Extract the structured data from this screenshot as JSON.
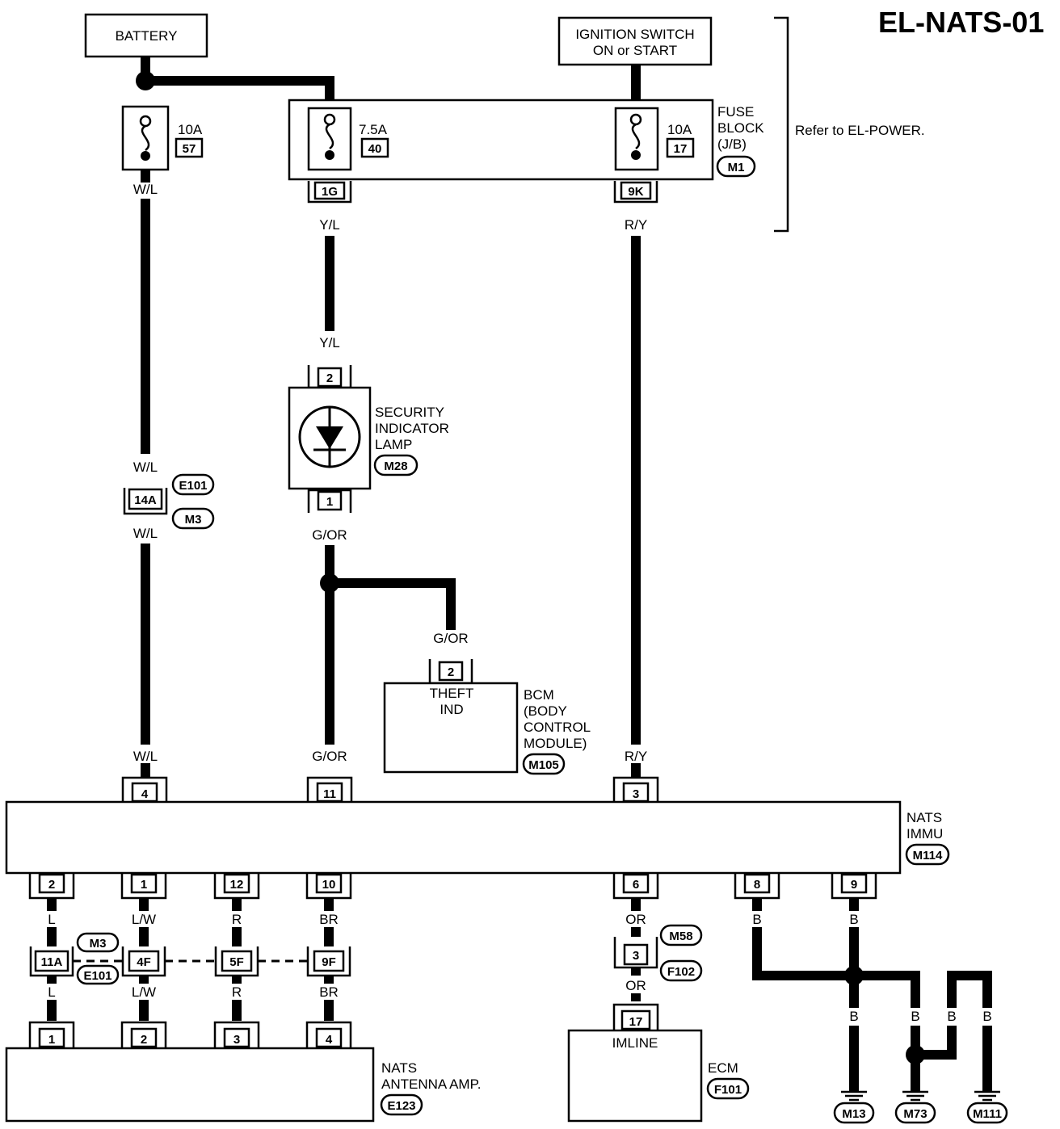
{
  "title": "EL-NATS-01",
  "note": "Refer to EL-POWER.",
  "sources": {
    "battery": "BATTERY",
    "ignition_l1": "IGNITION SWITCH",
    "ignition_l2": "ON or START"
  },
  "fuse_block": {
    "name_l1": "FUSE",
    "name_l2": "BLOCK",
    "name_l3": "(J/B)",
    "connector": "M1"
  },
  "fuses": [
    {
      "rating": "10A",
      "number": "57"
    },
    {
      "rating": "7.5A",
      "number": "40"
    },
    {
      "rating": "10A",
      "number": "17"
    }
  ],
  "jb_terminals": [
    "1G",
    "9K"
  ],
  "wire_colors": {
    "wl": "W/L",
    "yl": "Y/L",
    "ry": "R/Y",
    "gor": "G/OR",
    "l": "L",
    "lw": "L/W",
    "r": "R",
    "br": "BR",
    "or": "OR",
    "b": "B"
  },
  "security_lamp": {
    "l1": "SECURITY",
    "l2": "INDICATOR",
    "l3": "LAMP",
    "connector": "M28",
    "pin_top": "2",
    "pin_bottom": "1"
  },
  "wl_junction": {
    "pin": "14A",
    "conn_top": "E101",
    "conn_bottom": "M3"
  },
  "bcm": {
    "terminal_l1": "THEFT",
    "terminal_l2": "IND",
    "l1": "BCM",
    "l2": "(BODY",
    "l3": "CONTROL",
    "l4": "MODULE)",
    "connector": "M105",
    "pin": "2"
  },
  "nats_immu": {
    "l1": "NATS",
    "l2": "IMMU",
    "connector": "M114",
    "top_pins": [
      "4",
      "11",
      "3"
    ],
    "bottom_pins": [
      "2",
      "1",
      "12",
      "10",
      "6",
      "8",
      "9"
    ]
  },
  "antenna_junctions": {
    "pins": [
      "11A",
      "4F",
      "5F",
      "9F"
    ],
    "conn_top": "M3",
    "conn_bottom": "E101"
  },
  "nats_antenna": {
    "l1": "NATS",
    "l2": "ANTENNA AMP.",
    "connector": "E123",
    "pins": [
      "1",
      "2",
      "3",
      "4"
    ]
  },
  "or_junction": {
    "pin": "3",
    "conn_top": "M58",
    "conn_bottom": "F102"
  },
  "ecm": {
    "terminal": "IMLINE",
    "name": "ECM",
    "connector": "F101",
    "pin": "17"
  },
  "grounds": [
    "M13",
    "M73",
    "M111"
  ]
}
